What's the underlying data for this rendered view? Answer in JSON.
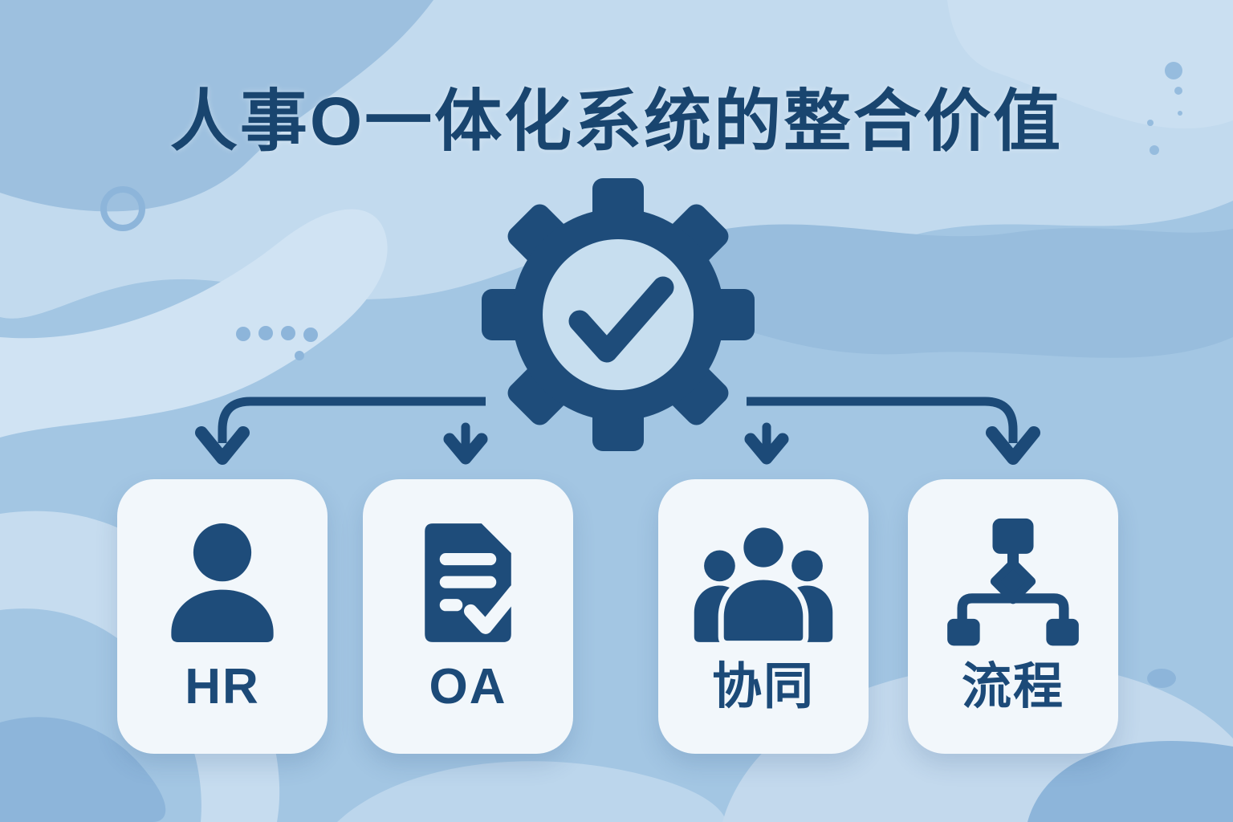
{
  "title": {
    "text": "人事O一体化系统的整合价值"
  },
  "colors": {
    "background_base": "#a3c6e3",
    "background_light": "#c2daee",
    "background_lighter": "#d2e4f4",
    "background_medium": "#98bddd",
    "accent_navy": "#1c4a78",
    "title_navy": "#19456f",
    "card_background": "#f2f7fb",
    "gear_inner": "#c7deef"
  },
  "diagram": {
    "hub": {
      "icon": "gear-check-icon",
      "meaning": "integrated system"
    },
    "cards": [
      {
        "id": "hr",
        "label": "HR",
        "icon": "person-icon"
      },
      {
        "id": "oa",
        "label": "OA",
        "icon": "document-check-icon"
      },
      {
        "id": "collab",
        "label": "协同",
        "icon": "people-group-icon"
      },
      {
        "id": "process",
        "label": "流程",
        "icon": "flowchart-icon"
      }
    ]
  }
}
